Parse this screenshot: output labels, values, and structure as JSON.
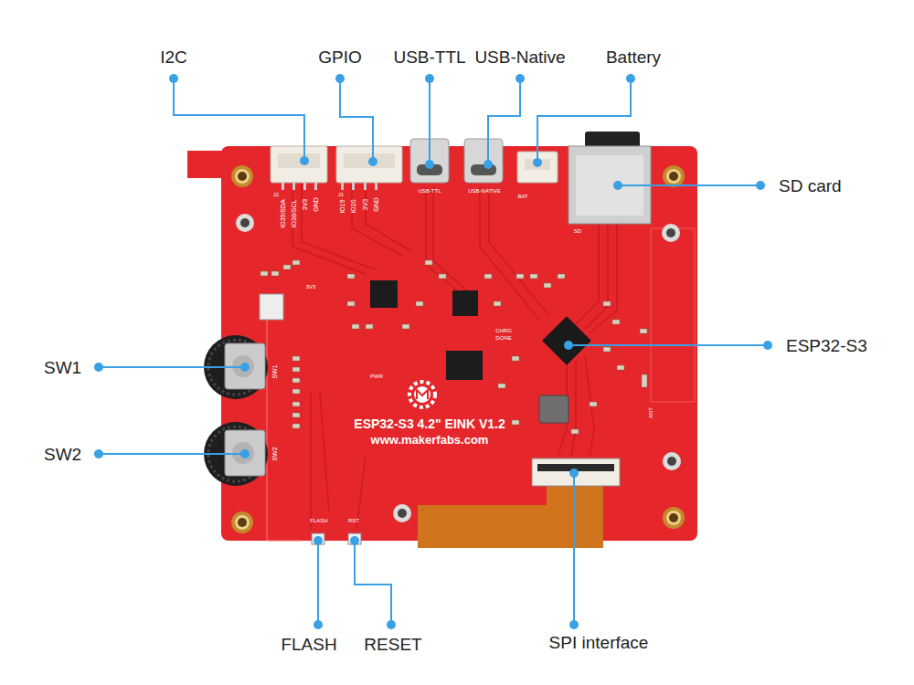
{
  "diagram": {
    "labels": [
      "I2C",
      "GPIO",
      "USB-TTL",
      "USB-Native",
      "Battery",
      "SD card",
      "ESP32-S3",
      "SW1",
      "SW2",
      "FLASH",
      "RESET",
      "SPI interface",
      "IO39/SDA",
      "IO38/SCL",
      "3V3",
      "GND",
      "IO19",
      "IO20",
      "3V3",
      "GND",
      "USB-TTL",
      "USB-NATIVE",
      "BAT",
      "SD",
      "ESP32-S3 4.2\" EINK V1.2",
      "www.makerfabs.com",
      "SW1",
      "SW2",
      "FLASH",
      "RST",
      "PWR",
      "CHRG",
      "DONE",
      "ANT",
      "3V3",
      "J2",
      "J1"
    ]
  }
}
